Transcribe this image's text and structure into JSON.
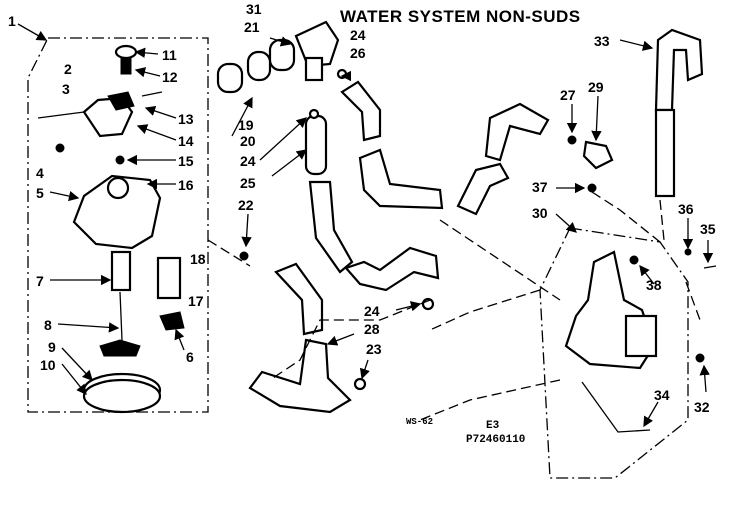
{
  "title": "WATER SYSTEM NON-SUDS",
  "footer": {
    "code_small": "WS-62",
    "code_e": "E3",
    "code_part": "P72460110"
  },
  "labels": {
    "l1": "1",
    "l2": "2",
    "l3": "3",
    "l4": "4",
    "l5": "5",
    "l6": "6",
    "l7": "7",
    "l8": "8",
    "l9": "9",
    "l10": "10",
    "l11": "11",
    "l12": "12",
    "l13": "13",
    "l14": "14",
    "l15": "15",
    "l16": "16",
    "l17": "17",
    "l18": "18",
    "l19": "19",
    "l20": "20",
    "l21": "21",
    "l22": "22",
    "l23": "23",
    "l24a": "24",
    "l24b": "24",
    "l24c": "24",
    "l25": "25",
    "l26": "26",
    "l27": "27",
    "l28": "28",
    "l29": "29",
    "l30": "30",
    "l31": "31",
    "l32": "32",
    "l33": "33",
    "l34": "34",
    "l35": "35",
    "l36": "36",
    "l37": "37",
    "l38": "38"
  }
}
